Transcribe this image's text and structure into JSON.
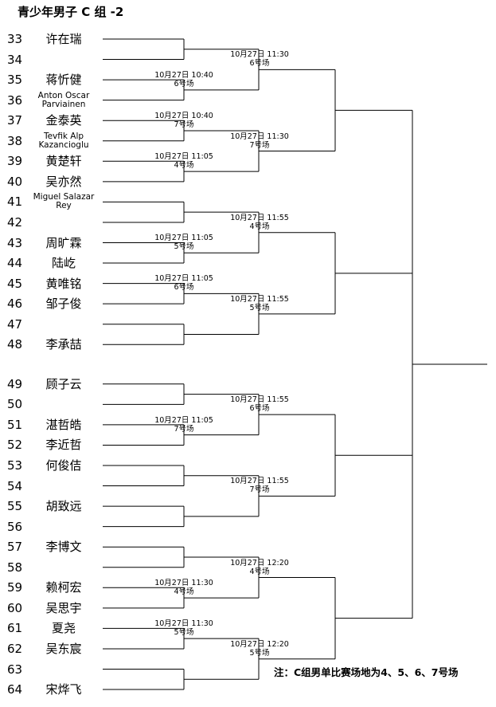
{
  "title": "青少年男子 C 组 -2",
  "note": "注：C组男单比赛场地为4、5、6、7号场",
  "players": [
    {
      "seed": "33",
      "name": "许在瑞"
    },
    {
      "seed": "34",
      "name": ""
    },
    {
      "seed": "35",
      "name": "蒋忻健"
    },
    {
      "seed": "36",
      "name": "Anton Oscar Parviainen"
    },
    {
      "seed": "37",
      "name": "金泰英"
    },
    {
      "seed": "38",
      "name": "Tevfik Alp Kazancioglu"
    },
    {
      "seed": "39",
      "name": "黄楚轩"
    },
    {
      "seed": "40",
      "name": "吴亦然"
    },
    {
      "seed": "41",
      "name": "Miguel Salazar Rey"
    },
    {
      "seed": "42",
      "name": ""
    },
    {
      "seed": "43",
      "name": "周旷霖"
    },
    {
      "seed": "44",
      "name": "陆屹"
    },
    {
      "seed": "45",
      "name": "黄唯铭"
    },
    {
      "seed": "46",
      "name": "邹子俊"
    },
    {
      "seed": "47",
      "name": ""
    },
    {
      "seed": "48",
      "name": "李承喆"
    },
    {
      "seed": "49",
      "name": "顾子云"
    },
    {
      "seed": "50",
      "name": ""
    },
    {
      "seed": "51",
      "name": "湛哲皓"
    },
    {
      "seed": "52",
      "name": "李近哲"
    },
    {
      "seed": "53",
      "name": "何俊佶"
    },
    {
      "seed": "54",
      "name": ""
    },
    {
      "seed": "55",
      "name": "胡致远"
    },
    {
      "seed": "56",
      "name": ""
    },
    {
      "seed": "57",
      "name": "李博文"
    },
    {
      "seed": "58",
      "name": ""
    },
    {
      "seed": "59",
      "name": "赖柯宏"
    },
    {
      "seed": "60",
      "name": "吴思宇"
    },
    {
      "seed": "61",
      "name": "夏尧"
    },
    {
      "seed": "62",
      "name": "吴东宸"
    },
    {
      "seed": "63",
      "name": ""
    },
    {
      "seed": "64",
      "name": "宋烨飞"
    }
  ],
  "matches": {
    "r1": [
      {
        "date": "",
        "court": ""
      },
      {
        "date": "10月27日 10:40",
        "court": "6号场"
      },
      {
        "date": "10月27日 10:40",
        "court": "7号场"
      },
      {
        "date": "10月27日 11:05",
        "court": "4号场"
      },
      {
        "date": "",
        "court": ""
      },
      {
        "date": "10月27日 11:05",
        "court": "5号场"
      },
      {
        "date": "10月27日 11:05",
        "court": "6号场"
      },
      {
        "date": "",
        "court": ""
      },
      {
        "date": "",
        "court": ""
      },
      {
        "date": "10月27日 11:05",
        "court": "7号场"
      },
      {
        "date": "",
        "court": ""
      },
      {
        "date": "",
        "court": ""
      },
      {
        "date": "",
        "court": ""
      },
      {
        "date": "10月27日 11:30",
        "court": "4号场"
      },
      {
        "date": "10月27日 11:30",
        "court": "5号场"
      },
      {
        "date": "",
        "court": ""
      }
    ],
    "r2": [
      {
        "date": "10月27日  11:30",
        "court": "6号场"
      },
      {
        "date": "10月27日  11:30",
        "court": "7号场"
      },
      {
        "date": "10月27日  11:55",
        "court": "4号场"
      },
      {
        "date": "10月27日  11:55",
        "court": "5号场"
      },
      {
        "date": "10月27日  11:55",
        "court": "6号场"
      },
      {
        "date": "10月27日  11:55",
        "court": "7号场"
      },
      {
        "date": "10月27日  12:20",
        "court": "4号场"
      },
      {
        "date": "10月27日  12:20",
        "court": "5号场"
      }
    ]
  }
}
